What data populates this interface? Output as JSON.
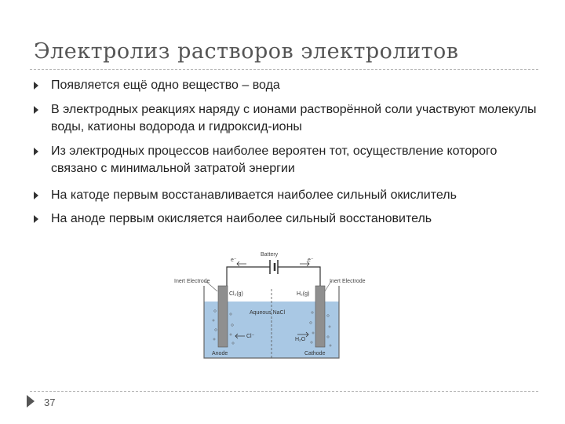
{
  "slide": {
    "title": "Электролиз растворов электролитов",
    "page_number": "37",
    "bullets": [
      "Появляется ещё одно вещество – вода",
      "В электродных реакциях наряду с ионами растворённой соли участвуют молекулы воды, катионы водорода и гидроксид-ионы",
      "Из электродных процессов наиболее вероятен тот, осуществление которого связано с минимальной затратой энергии",
      "На катоде первым восстанавливается наиболее сильный окислитель",
      "На аноде первым окисляется наиболее сильный восстановитель"
    ]
  },
  "diagram": {
    "battery": "Battery",
    "electron_left": "e⁻",
    "electron_right": "e⁻",
    "inert_left": "Inert Electrode",
    "inert_right": "Inert Electrode",
    "cl2": "Cl₂(g)",
    "h2": "H₂(g)",
    "solution": "Aqueous NaCl",
    "ion_cl": "Cl⁻",
    "h2o": "H₂O",
    "anode": "Anode",
    "cathode": "Cathode",
    "colors": {
      "solution": "#a9c8e4",
      "electrode": "#8f8f8f",
      "wire": "#333333"
    }
  }
}
